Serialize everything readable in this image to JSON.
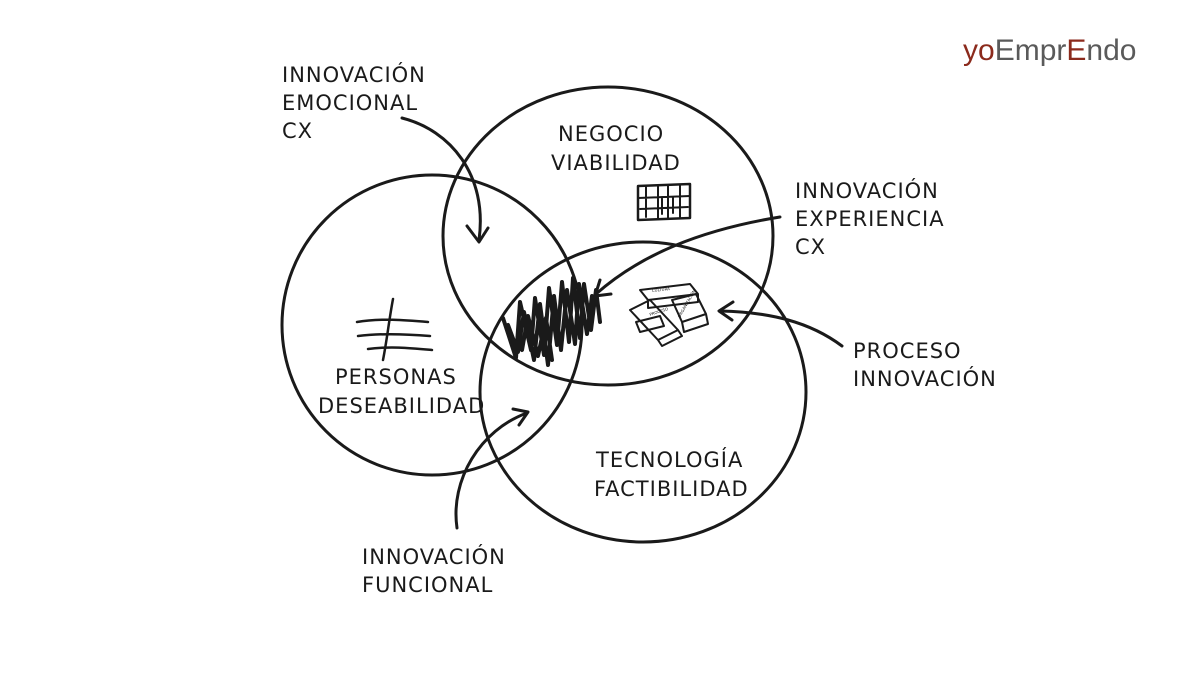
{
  "logo": {
    "part1": "yo",
    "part2": "Empr",
    "part3": "E",
    "part4": "ndo",
    "color_brown": "#8b2a1c",
    "color_gray": "#5a5a5a"
  },
  "circles": {
    "negocio": {
      "line1": "NEGOCIO",
      "line2": "VIABILIDAD"
    },
    "personas": {
      "line1": "PERSONAS",
      "line2": "DESEABILIDAD"
    },
    "tecnologia": {
      "line1": "TECNOLOGÍA",
      "line2": "FACTIBILIDAD"
    }
  },
  "annotations": {
    "emocional": {
      "line1": "INNOVACIÓN",
      "line2": "EMOCIONAL",
      "line3": "CX"
    },
    "experiencia": {
      "line1": "INNOVACIÓN",
      "line2": "EXPERIENCIA",
      "line3": "CX"
    },
    "proceso": {
      "line1": "PROCESO",
      "line2": "INNOVACIÓN"
    },
    "funcional": {
      "line1": "INNOVACIÓN",
      "line2": "FUNCIONAL"
    }
  },
  "blocks_labels": {
    "a": "CULTURA",
    "b": "PROCESO",
    "c": "ORGANIZACIÓN"
  },
  "colors": {
    "ink": "#1a1a1a",
    "background": "#ffffff"
  }
}
